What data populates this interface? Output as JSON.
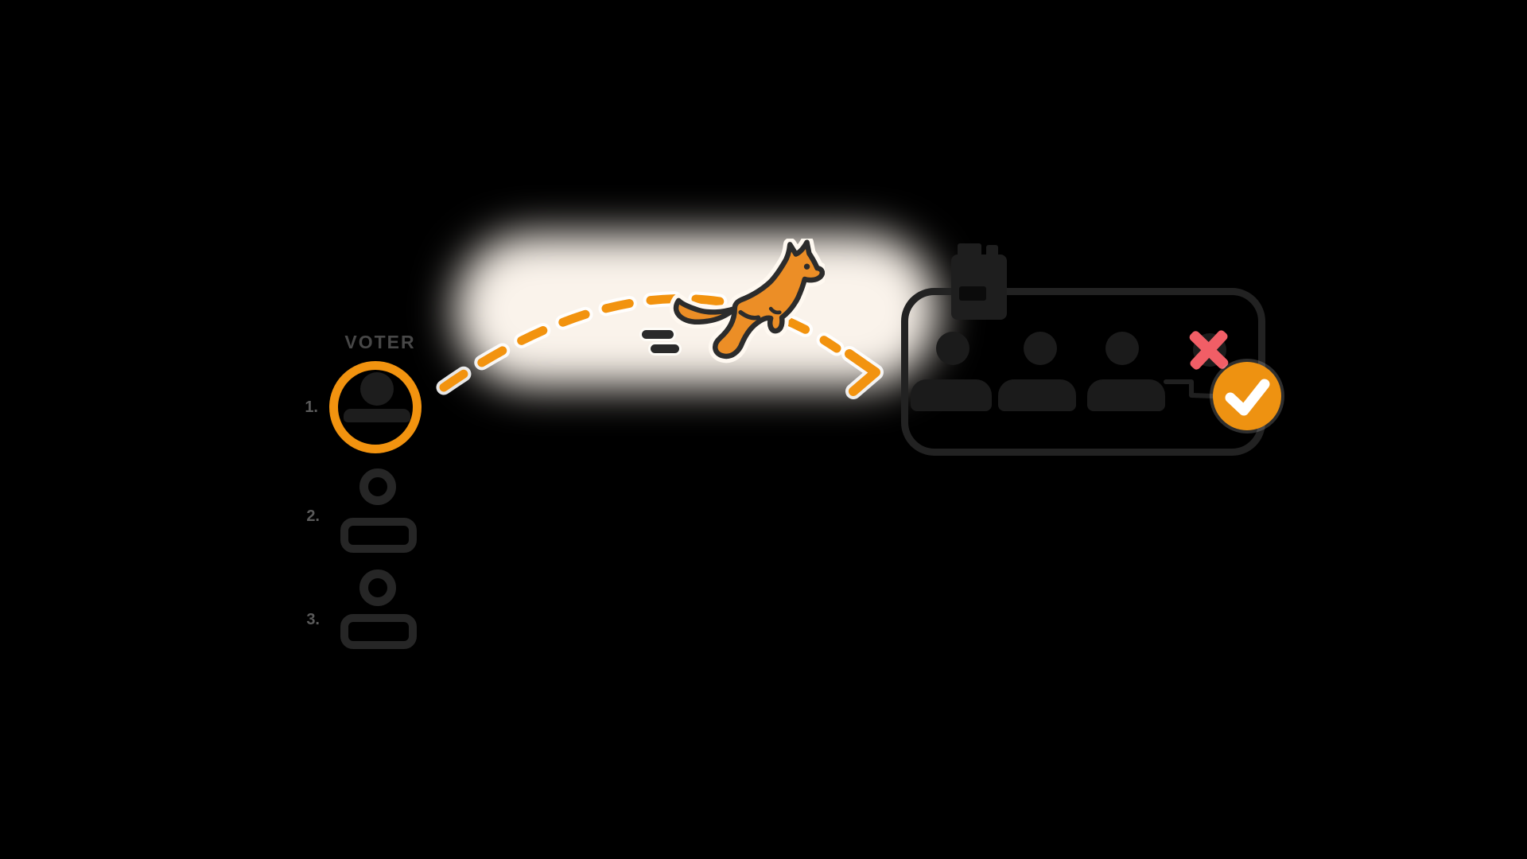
{
  "scene": {
    "background_color": "#000000",
    "glow_color": "#FAF3EB"
  },
  "palette": {
    "accent_orange": "#F2930F",
    "badge_orange": "#EE9211",
    "reject_red": "#F15E66",
    "outline_dark": "#222222",
    "text_gray": "#474747",
    "kangaroo_fill": "#EC8E26"
  },
  "left_panel": {
    "label": "VOTER",
    "choices": [
      {
        "rank": "1.",
        "style": "selected-circled"
      },
      {
        "rank": "2.",
        "style": "outline"
      },
      {
        "rank": "3.",
        "style": "outline"
      }
    ]
  },
  "flow": {
    "kangaroo_icon": "kangaroo-hopping",
    "path_style": "orange-dashed-arc",
    "arrow_icon": "arc-arrowhead",
    "direction": "left-to-right"
  },
  "right_panel": {
    "ballot_icon": "ballot-box",
    "members": [
      {
        "status": "present"
      },
      {
        "status": "present"
      },
      {
        "status": "present"
      },
      {
        "status": "rejected"
      }
    ],
    "reject_icon": "✕",
    "approve_icon": "✓"
  }
}
